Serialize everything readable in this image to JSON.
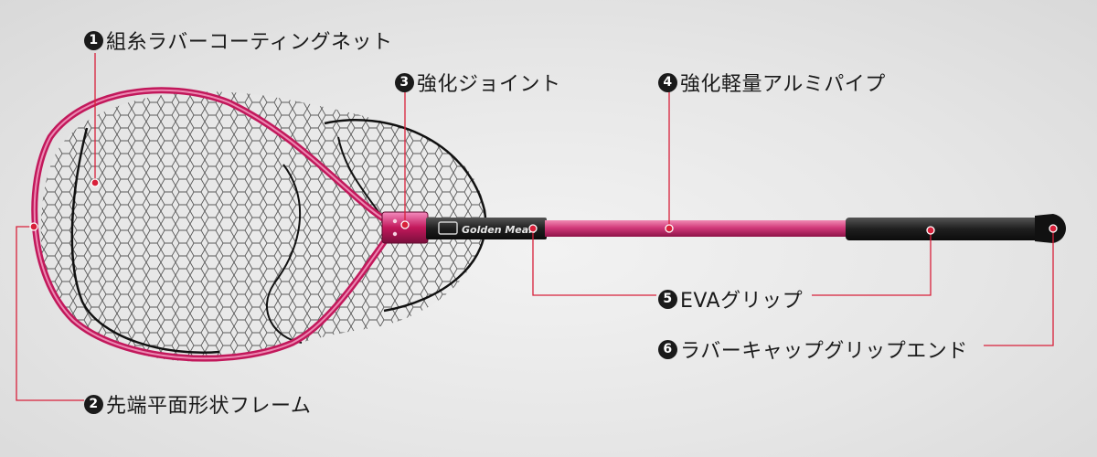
{
  "brand": "Golden Mean",
  "colors": {
    "leader_line": "#d8203a",
    "frame": "#c2185b",
    "shaft": "#d23a7a",
    "grip": "#1f1f1f"
  },
  "callouts": [
    {
      "num": "1",
      "label": "組糸ラバーコーティングネット"
    },
    {
      "num": "2",
      "label": "先端平面形状フレーム"
    },
    {
      "num": "3",
      "label": "強化ジョイント"
    },
    {
      "num": "4",
      "label": "強化軽量アルミパイプ"
    },
    {
      "num": "5",
      "label": "EVAグリップ"
    },
    {
      "num": "6",
      "label": "ラバーキャップグリップエンド"
    }
  ]
}
